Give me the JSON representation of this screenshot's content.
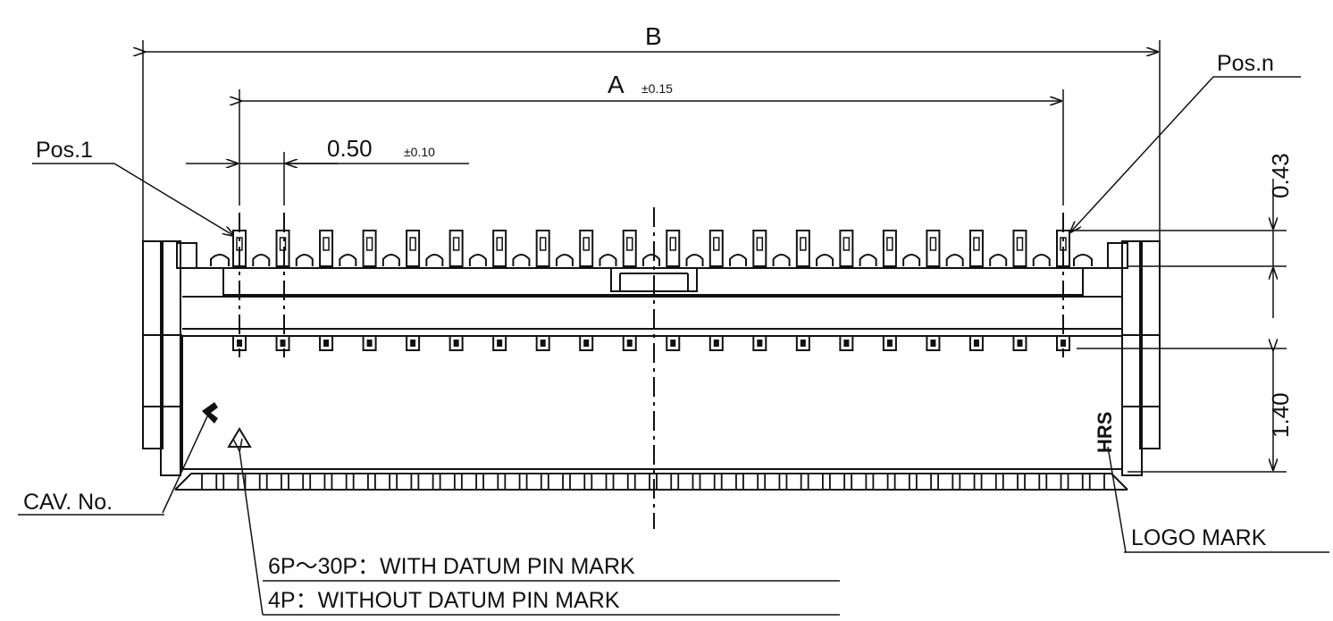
{
  "labels": {
    "dim_b": "B",
    "dim_a": "A",
    "dim_a_tol": "±0.15",
    "pitch": "0.50",
    "pitch_tol": "±0.10",
    "pos1": "Pos.1",
    "posn": "Pos.n",
    "dim_043": "0.43",
    "dim_140": "1.40",
    "cav": "CAV. No.",
    "logo_mark": "LOGO MARK",
    "logo_text": "HRS",
    "note1": "6P～30P：WITH DATUM PIN MARK",
    "note2": "4P：WITHOUT DATUM PIN MARK"
  },
  "pin_count_drawn": 20
}
